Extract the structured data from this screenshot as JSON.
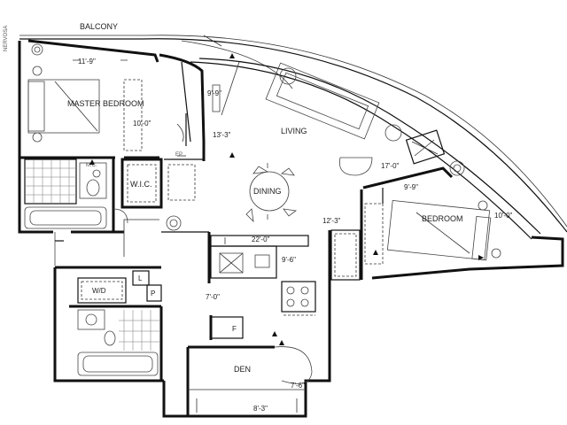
{
  "rooms": {
    "balcony": "BALCONY",
    "master_bedroom": "MASTER BEDROOM",
    "living": "LIVING",
    "wic": "W.I.C.",
    "dining": "DINING",
    "bedroom": "BEDROOM",
    "den": "DEN"
  },
  "dimensions": {
    "master_width": "11'-9\"",
    "master_depth": "10'-0\"",
    "living_width": "9'-9\"",
    "living_depth": "13'-3\"",
    "living_length": "17'-0\"",
    "bedroom_width": "9'-9\"",
    "bedroom_depth": "10'-0\"",
    "bedroom_to_dining": "12'-3\"",
    "kitchen_length": "22'-0\"",
    "kitchen_depth": "9'-6\"",
    "hall_width": "7'-0\"",
    "den_depth": "7'-6\"",
    "den_width": "8'-3\""
  },
  "fixtures": {
    "washer_dryer": "W/D",
    "linen": "L",
    "pantry": "P",
    "fridge": "F",
    "mc": "M.C.",
    "ep": "EP"
  },
  "watermark": "NERVOSA"
}
